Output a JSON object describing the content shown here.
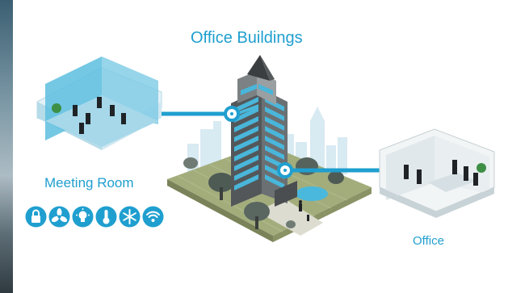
{
  "title": "Office Buildings",
  "nodes": {
    "meeting_room": "Meeting Room",
    "office": "Office"
  },
  "device_icons": [
    "lock-icon",
    "fan-icon",
    "lightbulb-icon",
    "thermometer-icon",
    "snowflake-icon",
    "wifi-icon"
  ],
  "colors": {
    "accent": "#1f9fcf",
    "connector": "#1f9fcf",
    "glass": "#4ab8dc",
    "grass": "#9ea877",
    "tower": "#575a5c"
  }
}
